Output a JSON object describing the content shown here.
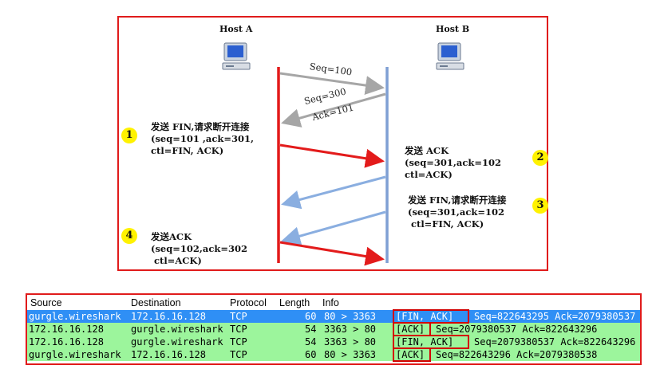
{
  "diagram": {
    "host_a": "Host A",
    "host_b": "Host B",
    "messages": [
      {
        "label": "Seq=100"
      },
      {
        "label": "Seq=300"
      },
      {
        "label": "Ack=101"
      }
    ],
    "steps": [
      {
        "num": "1",
        "text": "发送 FIN,请求断开连接\n(seq=101 ,ack=301,\nctl=FIN, ACK)"
      },
      {
        "num": "2",
        "text": "发送 ACK\n(seq=301,ack=102\nctl=ACK)"
      },
      {
        "num": "3",
        "text": "发送 FIN,请求断开连接\n(seq=301,ack=102\n ctl=FIN, ACK)"
      },
      {
        "num": "4",
        "text": "发送ACK\n(seq=102,ack=302\n ctl=ACK)"
      }
    ],
    "colors": {
      "host_a_line": "#e31b1b",
      "host_b_line": "#7f9fd4",
      "gray_arrow": "#a6a6a6",
      "red_arrow": "#e31b1b",
      "blue_arrow": "#8aaee0",
      "badge": "#fff200"
    }
  },
  "packet_list": {
    "columns": [
      "Source",
      "Destination",
      "Protocol",
      "Length",
      "Info"
    ],
    "rows": [
      {
        "source": "gurgle.wireshark",
        "destination": "172.16.16.128",
        "protocol": "TCP",
        "length": "60",
        "ports": "80 > 3363",
        "flags": "[FIN, ACK]",
        "rest": "Seq=822643295 Ack=2079380537"
      },
      {
        "source": "172.16.16.128",
        "destination": "gurgle.wireshark",
        "protocol": "TCP",
        "length": "54",
        "ports": "3363 > 80",
        "flags": "[ACK]",
        "rest": "Seq=2079380537 Ack=822643296"
      },
      {
        "source": "172.16.16.128",
        "destination": "gurgle.wireshark",
        "protocol": "TCP",
        "length": "54",
        "ports": "3363 > 80",
        "flags": "[FIN, ACK]",
        "rest": "Seq=2079380537 Ack=822643296"
      },
      {
        "source": "gurgle.wireshark",
        "destination": "172.16.16.128",
        "protocol": "TCP",
        "length": "60",
        "ports": "80 > 3363",
        "flags": "[ACK]",
        "rest": "Seq=822643296 Ack=2079380538"
      }
    ],
    "colors": {
      "selected_row": "#2f8ff5",
      "tcp_row": "#9cf59c",
      "highlight_box": "#d20000"
    }
  }
}
